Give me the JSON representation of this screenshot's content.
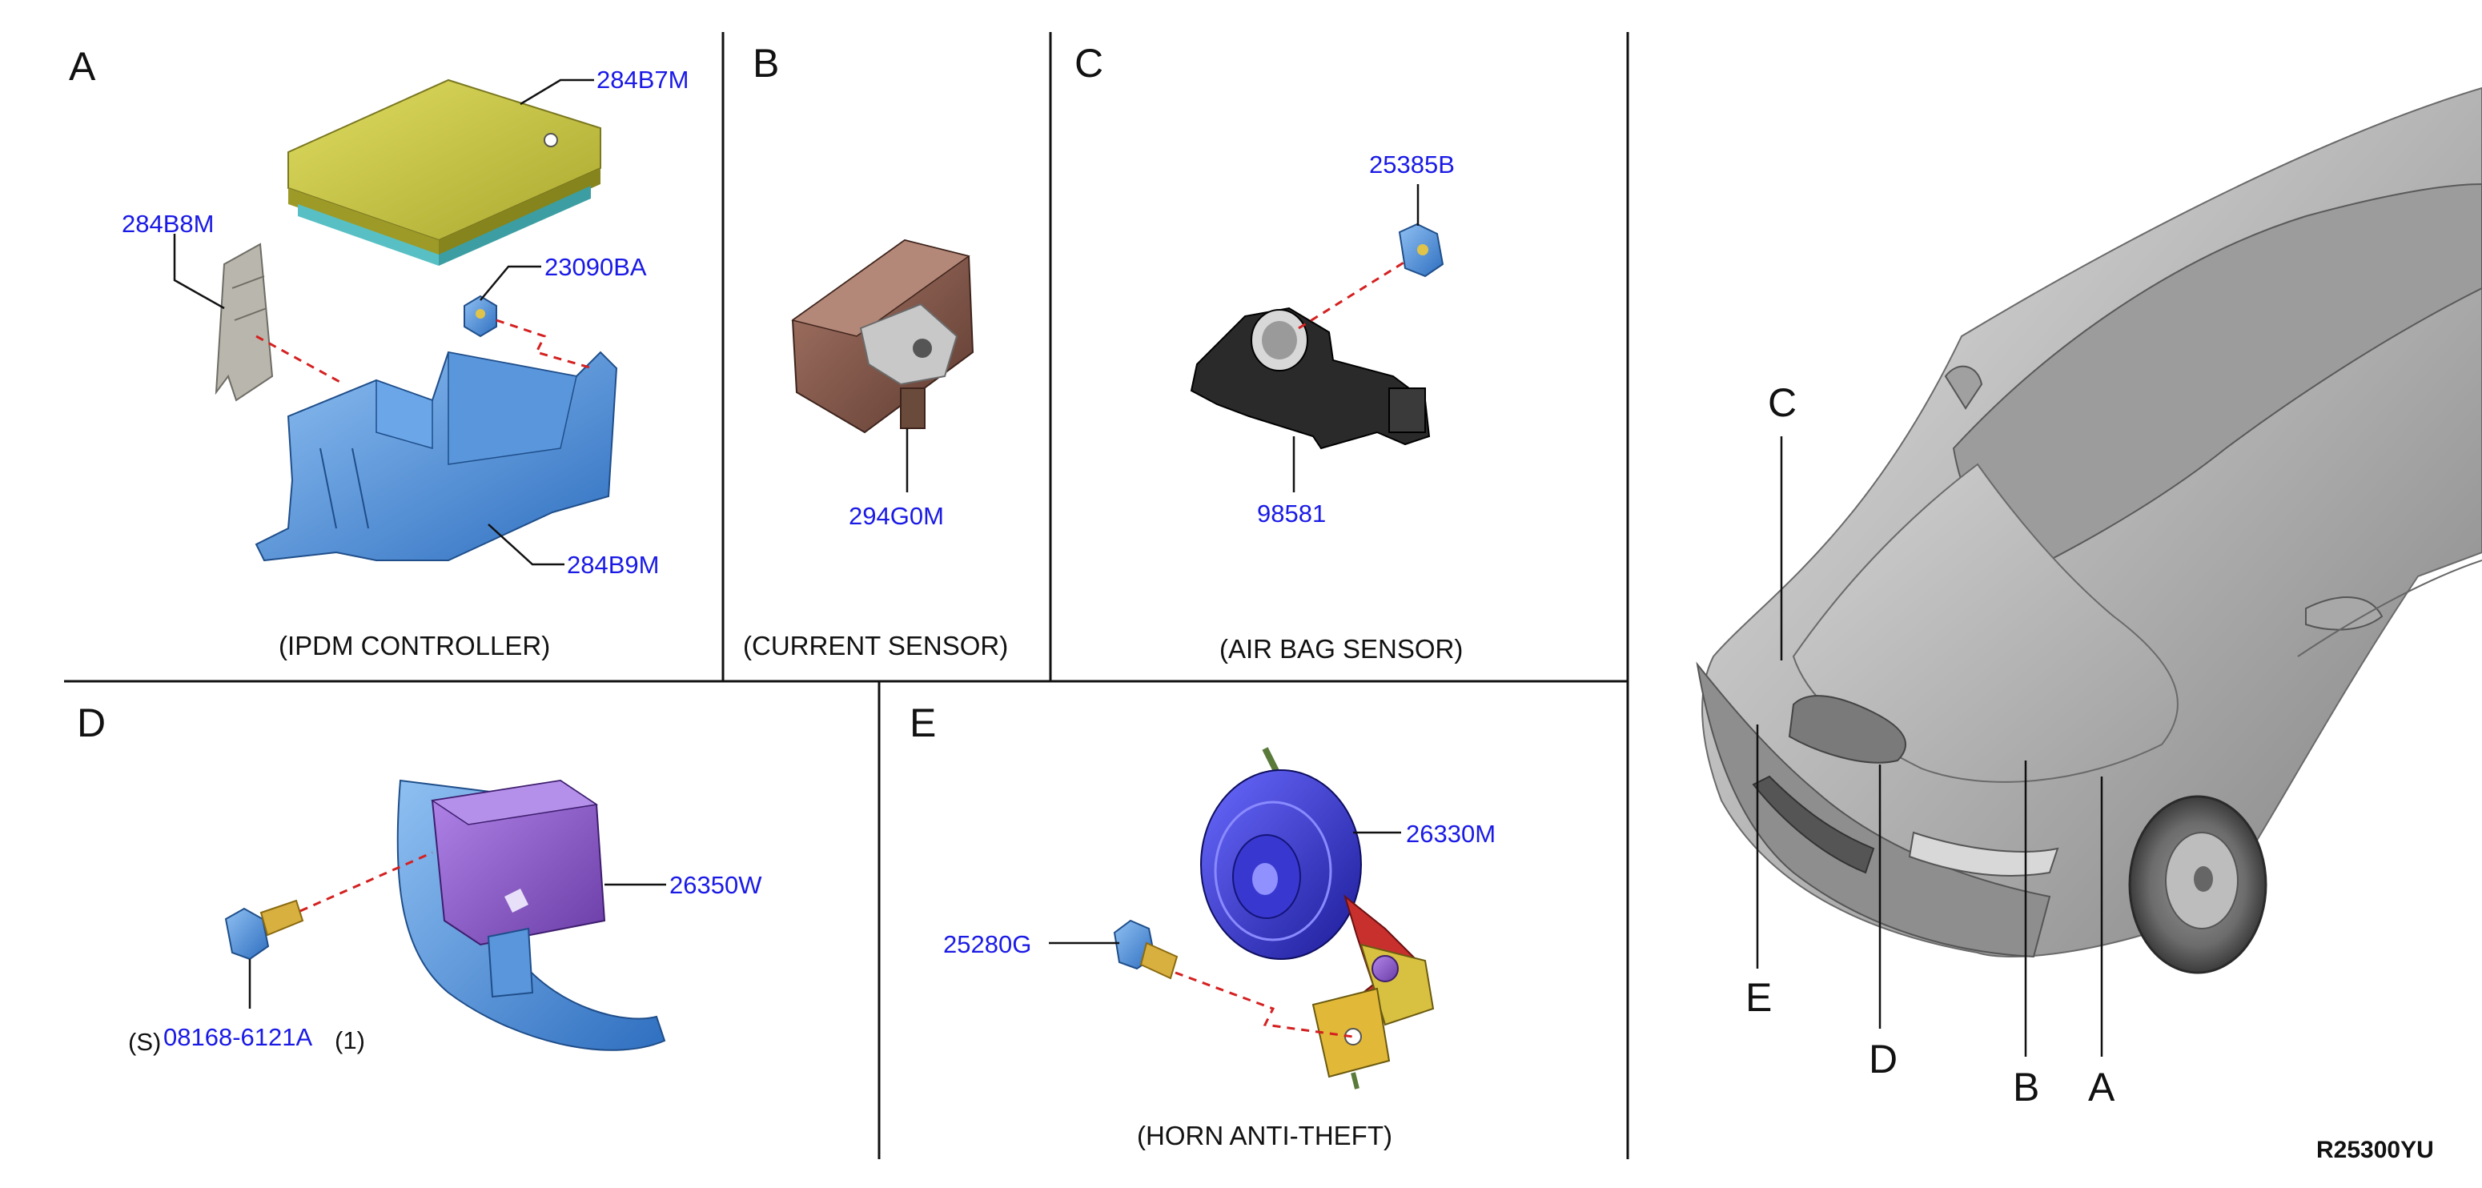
{
  "sections": {
    "A": {
      "letter": "A",
      "caption": "(IPDM CONTROLLER)",
      "parts": {
        "p1": "284B7M",
        "p2": "284B8M",
        "p3": "23090BA",
        "p4": "284B9M"
      }
    },
    "B": {
      "letter": "B",
      "caption": "(CURRENT SENSOR)",
      "parts": {
        "p1": "294G0M"
      }
    },
    "C": {
      "letter": "C",
      "caption": "(AIR BAG SENSOR)",
      "parts": {
        "p1": "25385B",
        "p2": "98581"
      }
    },
    "D": {
      "letter": "D",
      "caption": "",
      "parts": {
        "p1": "26350W",
        "bolt_prefix": "(S)",
        "bolt": "08168-6121A",
        "bolt_qty": "(1)"
      }
    },
    "E": {
      "letter": "E",
      "caption": "(HORN ANTI-THEFT)",
      "parts": {
        "p1": "26330M",
        "p2": "25280G"
      }
    }
  },
  "vehicle": {
    "callouts": {
      "c": "C",
      "e": "E",
      "d": "D",
      "b": "B",
      "a": "A"
    }
  },
  "reference_code": "R25300YU",
  "colors": {
    "part_number": "#1a1ae6",
    "leader_dash": "#d42020",
    "bracket_blue": "#4f8fd8",
    "module_yellow": "#c9c642",
    "module_teal": "#58c0c4",
    "sensor_brown": "#8a5a4c",
    "airbag_black": "#222222",
    "horn_blue": "#2e2ec8",
    "horn_red": "#c8302e",
    "sonar_purple": "#8a5bc8",
    "car_silver": "#b8b8b8"
  }
}
